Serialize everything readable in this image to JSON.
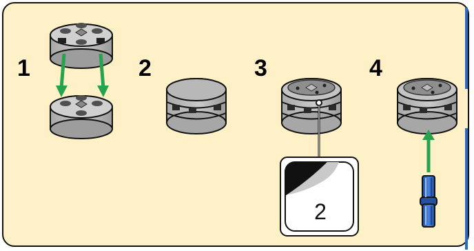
{
  "steps": [
    {
      "label": "1"
    },
    {
      "label": "2"
    },
    {
      "label": "3"
    },
    {
      "label": "4"
    }
  ],
  "sticker": {
    "label": "2"
  },
  "colors": {
    "panel_background": "#fff1c7",
    "panel_border": "#111111",
    "side_strip": "#2a6bc9",
    "brick_gray": "#b9b9b9",
    "arrow_green": "#27a24f",
    "pin_blue": "#2f68c7"
  },
  "icons": {
    "stud_brick": "round-brick-icon",
    "solid_tile": "round-tile-icon",
    "sticker_tile": "sticker-tile-icon",
    "arrow": "green-arrow-icon",
    "pin": "blue-pin-icon"
  }
}
